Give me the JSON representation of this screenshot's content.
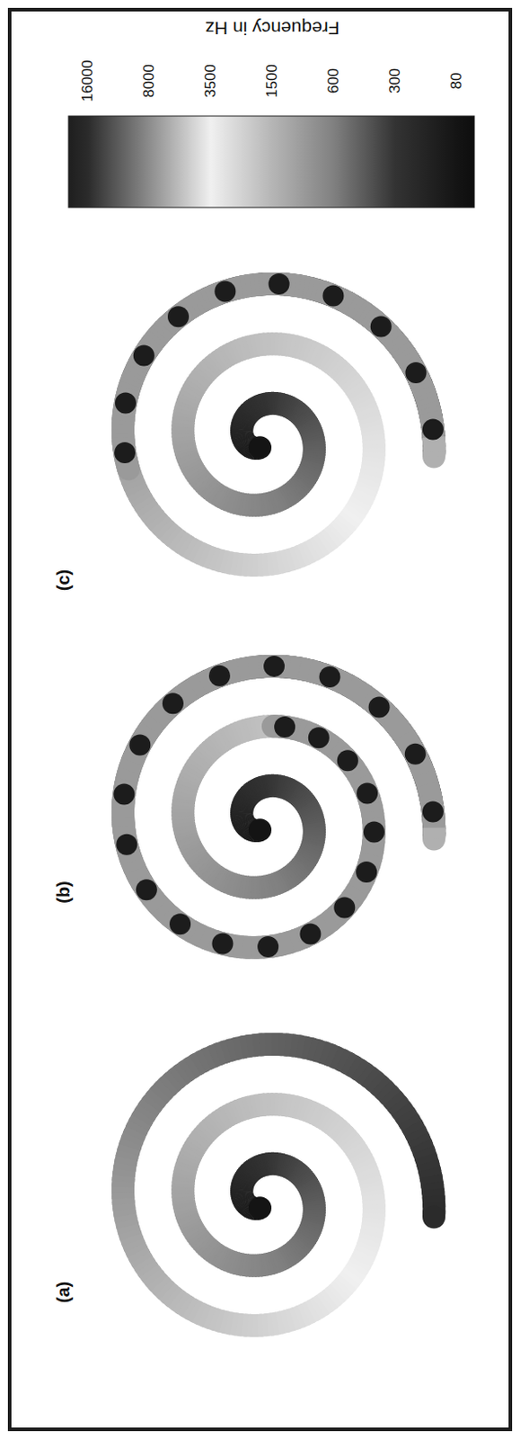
{
  "diagram": {
    "labels": [
      "(a)",
      "(b)",
      "(c)",
      "Frequency in Hz",
      "16000",
      "8000",
      "3500",
      "1500",
      "600",
      "300",
      "80"
    ]
  }
}
